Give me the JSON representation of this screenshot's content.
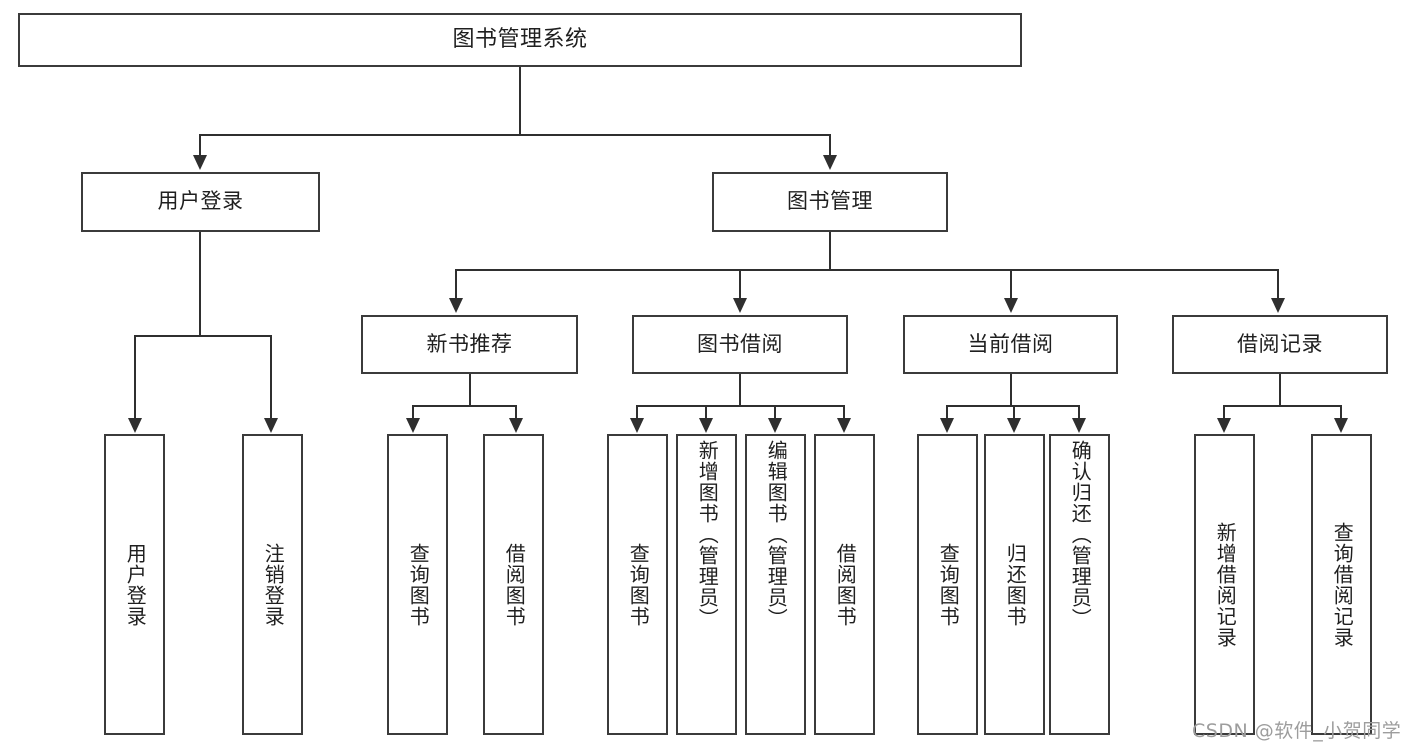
{
  "diagram": {
    "type": "tree-hierarchy",
    "title": "图书管理系统",
    "root": {
      "label": "图书管理系统"
    },
    "level2": [
      {
        "label": "用户登录"
      },
      {
        "label": "图书管理"
      }
    ],
    "level3": [
      {
        "label": "新书推荐"
      },
      {
        "label": "图书借阅"
      },
      {
        "label": "当前借阅"
      },
      {
        "label": "借阅记录"
      }
    ],
    "leaves": {
      "user_login": [
        {
          "label": "用户登录"
        },
        {
          "label": "注销登录"
        }
      ],
      "new_book_recommend": [
        {
          "label": "查询图书"
        },
        {
          "label": "借阅图书"
        }
      ],
      "book_borrow": [
        {
          "label": "查询图书"
        },
        {
          "label": "新增图书（管理员）"
        },
        {
          "label": "编辑图书（管理员）"
        },
        {
          "label": "借阅图书"
        }
      ],
      "current_borrow": [
        {
          "label": "查询图书"
        },
        {
          "label": "归还图书"
        },
        {
          "label": "确认归还（管理员）"
        }
      ],
      "borrow_record": [
        {
          "label": "新增借阅记录"
        },
        {
          "label": "查询借阅记录"
        }
      ]
    }
  },
  "watermark": {
    "text": "CSDN @软件_小贺同学"
  },
  "colors": {
    "box_border": "#3b3b3b",
    "connector": "#2f2f2f",
    "text": "#1f1f1f",
    "background": "#ffffff",
    "watermark": "#9d9d9d"
  }
}
